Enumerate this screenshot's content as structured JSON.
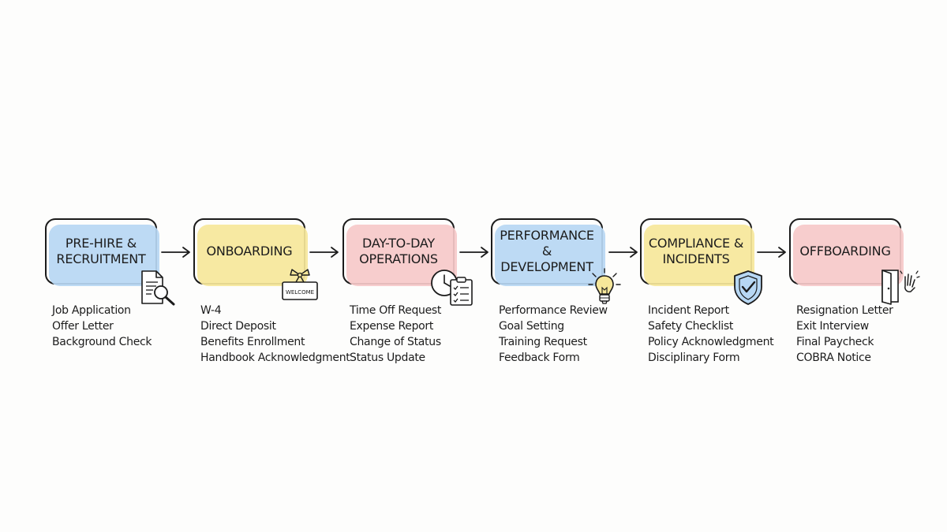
{
  "stages": [
    {
      "title": "PRE-HIRE &\nRECRUITMENT",
      "fill": "#b7d7f3",
      "icon": "document-search-icon",
      "documents": [
        "Job Application",
        "Offer Letter",
        "Background Check"
      ]
    },
    {
      "title": "ONBOARDING",
      "fill": "#f6e79a",
      "icon": "welcome-sign-icon",
      "icon_text": "WELCOME",
      "documents": [
        "W-4",
        "Direct Deposit",
        "Benefits Enrollment",
        "Handbook Acknowledgment"
      ]
    },
    {
      "title": "DAY-TO-DAY\nOPERATIONS",
      "fill": "#f6c9c9",
      "icon": "clock-clipboard-icon",
      "documents": [
        "Time Off Request",
        "Expense Report",
        "Change of Status",
        "Status Update"
      ]
    },
    {
      "title": "PERFORMANCE\n& DEVELOPMENT",
      "fill": "#b7d7f3",
      "icon": "lightbulb-icon",
      "documents": [
        "Performance Review",
        "Goal Setting",
        "Training Request",
        "Feedback Form"
      ]
    },
    {
      "title": "COMPLIANCE &\nINCIDENTS",
      "fill": "#f6e79a",
      "icon": "shield-check-icon",
      "documents": [
        "Incident Report",
        "Safety Checklist",
        "Policy Acknowledgment",
        "Disciplinary Form"
      ]
    },
    {
      "title": "OFFBOARDING",
      "fill": "#f6c9c9",
      "icon": "exit-door-icon",
      "documents": [
        "Resignation Letter",
        "Exit Interview",
        "Final Paycheck",
        "COBRA Notice"
      ]
    }
  ]
}
